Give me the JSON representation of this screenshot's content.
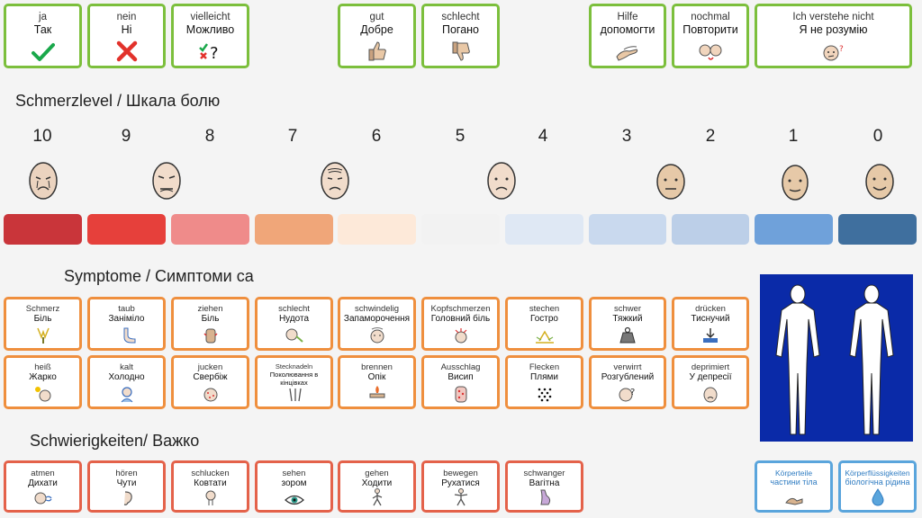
{
  "top_cards": [
    {
      "de": "ja",
      "uk": "Так",
      "icon": "check-icon"
    },
    {
      "de": "nein",
      "uk": "Ні",
      "icon": "cross-icon"
    },
    {
      "de": "vielleicht",
      "uk": "Можливо",
      "icon": "maybe-icon"
    },
    {
      "de": "gut",
      "uk": "Добре",
      "icon": "thumbs-up-icon"
    },
    {
      "de": "schlecht",
      "uk": "Погано",
      "icon": "thumbs-down-icon"
    },
    {
      "de": "Hilfe",
      "uk": "допомогти",
      "icon": "help-hands-icon"
    },
    {
      "de": "nochmal",
      "uk": "Повторити",
      "icon": "repeat-icon"
    },
    {
      "de": "Ich verstehe nicht",
      "uk": "Я не розумію",
      "icon": "confused-face-icon"
    }
  ],
  "pain_scale": {
    "title_de": "Schmerzlevel / ",
    "title_uk": "Шкала болю",
    "levels": [
      "10",
      "9",
      "8",
      "7",
      "6",
      "5",
      "4",
      "3",
      "2",
      "1",
      "0"
    ],
    "colors": [
      "#c9353a",
      "#e6403b",
      "#ef8b8a",
      "#f0a679",
      "#fde9d9",
      "#f2f2f2",
      "#dfe8f4",
      "#c9d9ee",
      "#bccfe8",
      "#6fa1da",
      "#3f6f9e"
    ]
  },
  "symptoms": {
    "title_de": "Symptome / ",
    "title_uk": "Симптоми са",
    "cards": [
      {
        "de": "Schmerz",
        "uk": "Біль",
        "icon": "pain-icon"
      },
      {
        "de": "taub",
        "uk": "Заніміло",
        "icon": "numb-foot-icon"
      },
      {
        "de": "ziehen",
        "uk": "Біль",
        "icon": "pulling-pain-icon"
      },
      {
        "de": "schlecht",
        "uk": "Нудота",
        "icon": "nausea-icon"
      },
      {
        "de": "schwindelig",
        "uk": "Запаморочення",
        "icon": "dizzy-icon"
      },
      {
        "de": "Kopfschmerzen",
        "uk": "Головний біль",
        "icon": "headache-icon"
      },
      {
        "de": "stechen",
        "uk": "Гостро",
        "icon": "stabbing-icon"
      },
      {
        "de": "schwer",
        "uk": "Тяжкий",
        "icon": "weight-icon"
      },
      {
        "de": "drücken",
        "uk": "Тиснучий",
        "icon": "pressing-icon"
      },
      {
        "de": "heiß",
        "uk": "Жарко",
        "icon": "hot-icon"
      },
      {
        "de": "kalt",
        "uk": "Холодно",
        "icon": "cold-icon"
      },
      {
        "de": "jucken",
        "uk": "Свербіж",
        "icon": "itch-icon"
      },
      {
        "de": "Stecknadeln",
        "uk": "Поколювання в кінцівках",
        "icon": "pins-needles-icon"
      },
      {
        "de": "brennen",
        "uk": "Опік",
        "icon": "burn-icon"
      },
      {
        "de": "Ausschlag",
        "uk": "Висип",
        "icon": "rash-icon"
      },
      {
        "de": "Flecken",
        "uk": "Плями",
        "icon": "spots-icon"
      },
      {
        "de": "verwirrt",
        "uk": "Розгублений",
        "icon": "confused-icon"
      },
      {
        "de": "deprimiert",
        "uk": "У депресії",
        "icon": "depressed-icon"
      }
    ]
  },
  "difficulties": {
    "title_de": "Schwierigkeiten/ ",
    "title_uk": "Важко",
    "cards": [
      {
        "de": "atmen",
        "uk": "Дихати",
        "icon": "breathe-icon"
      },
      {
        "de": "hören",
        "uk": "Чути",
        "icon": "hear-icon"
      },
      {
        "de": "schlucken",
        "uk": "Ковтати",
        "icon": "swallow-icon"
      },
      {
        "de": "sehen",
        "uk": "зором",
        "icon": "eye-icon"
      },
      {
        "de": "gehen",
        "uk": "Ходити",
        "icon": "walk-icon"
      },
      {
        "de": "bewegen",
        "uk": "Рухатися",
        "icon": "move-icon"
      },
      {
        "de": "schwanger",
        "uk": "Вагітна",
        "icon": "pregnant-icon"
      }
    ]
  },
  "nav_cards": [
    {
      "de": "Körperteile",
      "uk": "частини тіла",
      "icon": "body-parts-icon"
    },
    {
      "de": "Körperflüssigkeiten",
      "uk": "біологічна рідина",
      "icon": "drop-icon"
    }
  ]
}
